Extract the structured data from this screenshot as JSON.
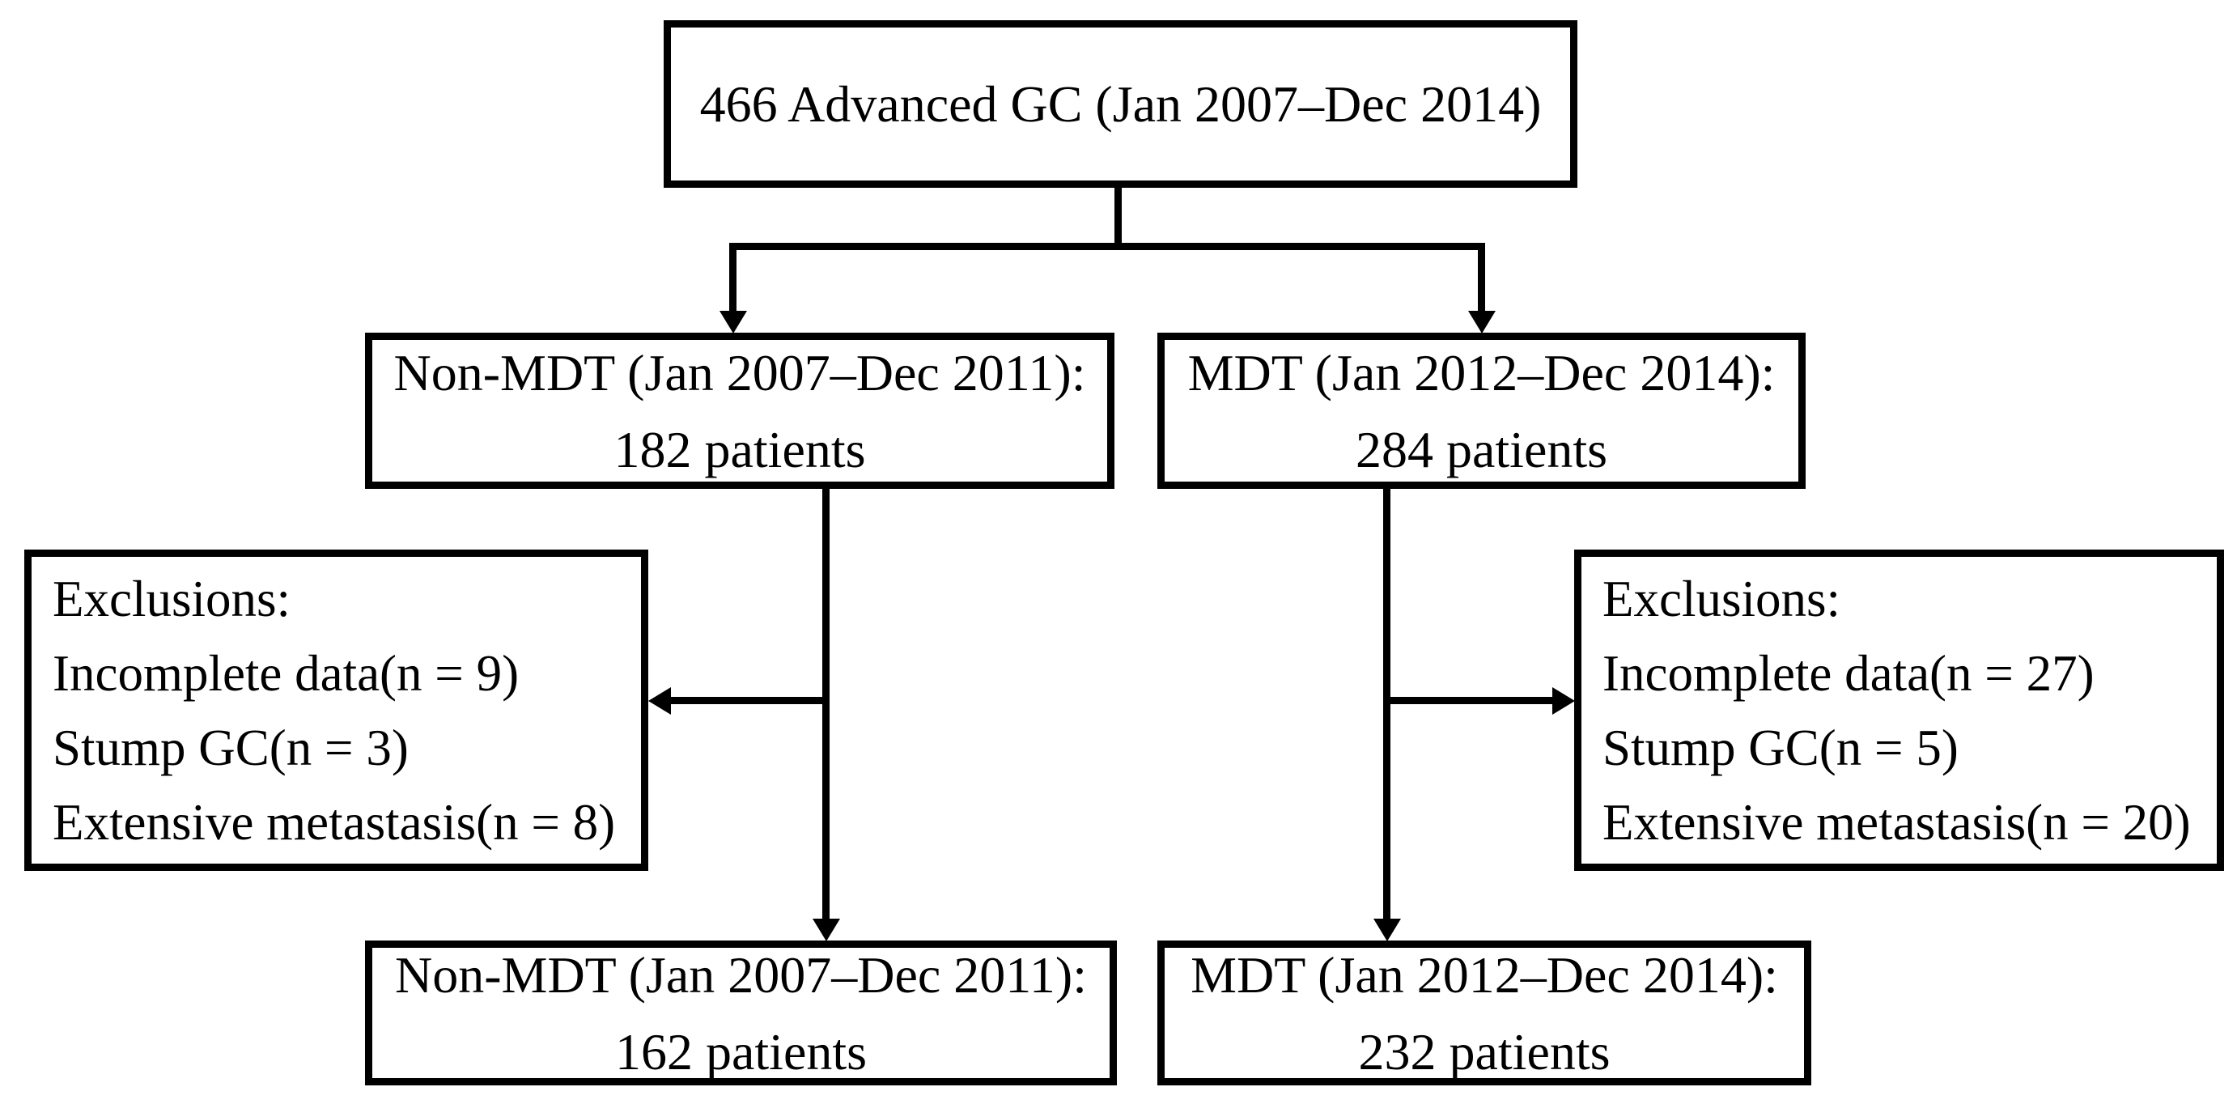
{
  "diagram": {
    "title_hint": "Patient flow diagram: Advanced GC, Non-MDT vs MDT cohorts",
    "colors": {
      "background": "#ffffff",
      "box_border": "#000000",
      "line": "#000000",
      "text": "#000000"
    },
    "top_box": {
      "line1": "466 Advanced GC (Jan 2007–Dec 2014)"
    },
    "mid_left_box": {
      "line1": "Non-MDT (Jan 2007–Dec 2011):",
      "line2": "182 patients"
    },
    "mid_right_box": {
      "line1": "MDT (Jan 2012–Dec 2014):",
      "line2": "284 patients"
    },
    "excl_left_box": {
      "title": "Exclusions:",
      "items": [
        "Incomplete data(n = 9)",
        "Stump GC(n = 3)",
        "Extensive metastasis(n = 8)"
      ]
    },
    "excl_right_box": {
      "title": "Exclusions:",
      "items": [
        "Incomplete data(n = 27)",
        "Stump GC(n = 5)",
        "Extensive metastasis(n = 20)"
      ]
    },
    "bottom_left_box": {
      "line1": "Non-MDT (Jan 2007–Dec 2011):",
      "line2": "162 patients"
    },
    "bottom_right_box": {
      "line1": "MDT (Jan 2012–Dec 2014):",
      "line2": "232 patients"
    }
  }
}
